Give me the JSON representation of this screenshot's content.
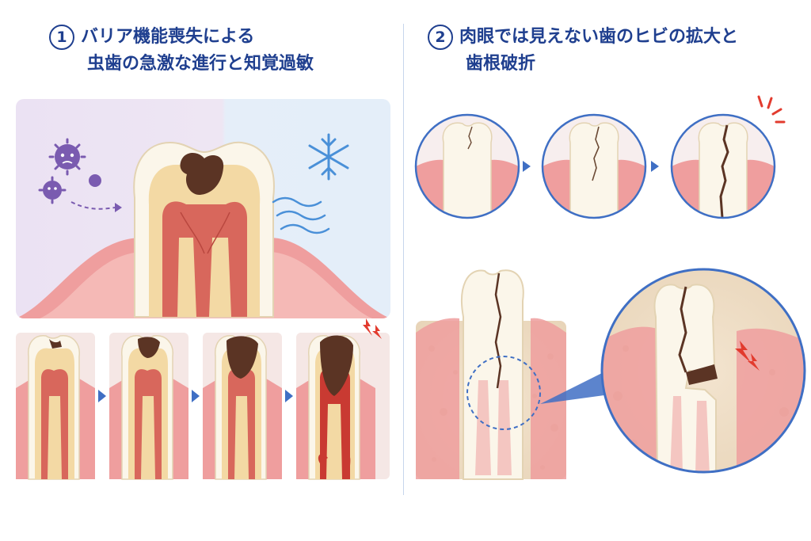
{
  "panel1": {
    "number": "1",
    "title_line1": "バリア機能喪失による",
    "title_line2": "虫歯の急激な進行と知覚過敏"
  },
  "panel2": {
    "number": "2",
    "title_line1": "肉眼では見えない歯のヒビの拡大と",
    "title_line2": "歯根破折"
  },
  "colors": {
    "heading": "#1f3f8f",
    "enamel": "#fbf6ea",
    "dentin": "#f3d9a4",
    "pulp": "#d8675c",
    "gum": "#ef9e9e",
    "decay": "#5b3424",
    "bacteria": "#7a5bb0",
    "cold": "#4a90d8",
    "arrow": "#3f6fc4",
    "pain": "#e23b2e"
  }
}
